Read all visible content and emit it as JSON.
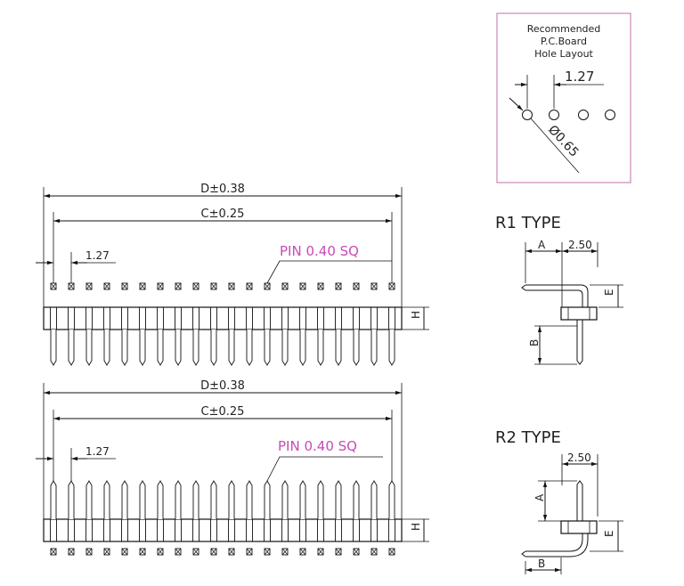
{
  "top_view": {
    "dim_d": "D±0.38",
    "dim_c": "C±0.25",
    "pitch": "1.27",
    "pin_note": "PIN 0.40  SQ",
    "dim_h": "H",
    "pin_count": 20
  },
  "bottom_view": {
    "dim_d": "D±0.38",
    "dim_c": "C±0.25",
    "pitch": "1.27",
    "pin_note": "PIN 0.40  SQ",
    "dim_h": "H",
    "pin_count": 20
  },
  "pcb_layout": {
    "line1": "Recommended",
    "line2": "P.C.Board",
    "line3": "Hole  Layout",
    "pitch": "1.27",
    "hole_dia": "Ø0.65",
    "border_color": "#c68ab8"
  },
  "r1": {
    "title": "R1  TYPE",
    "dim_a": "A",
    "dim_250": "2.50",
    "dim_e": "E",
    "dim_b": "B"
  },
  "r2": {
    "title": "R2  TYPE",
    "dim_250": "2.50",
    "dim_a": "A",
    "dim_e": "E",
    "dim_b": "B"
  },
  "colors": {
    "line": "#111111",
    "pin_note": "#c84bb6"
  }
}
